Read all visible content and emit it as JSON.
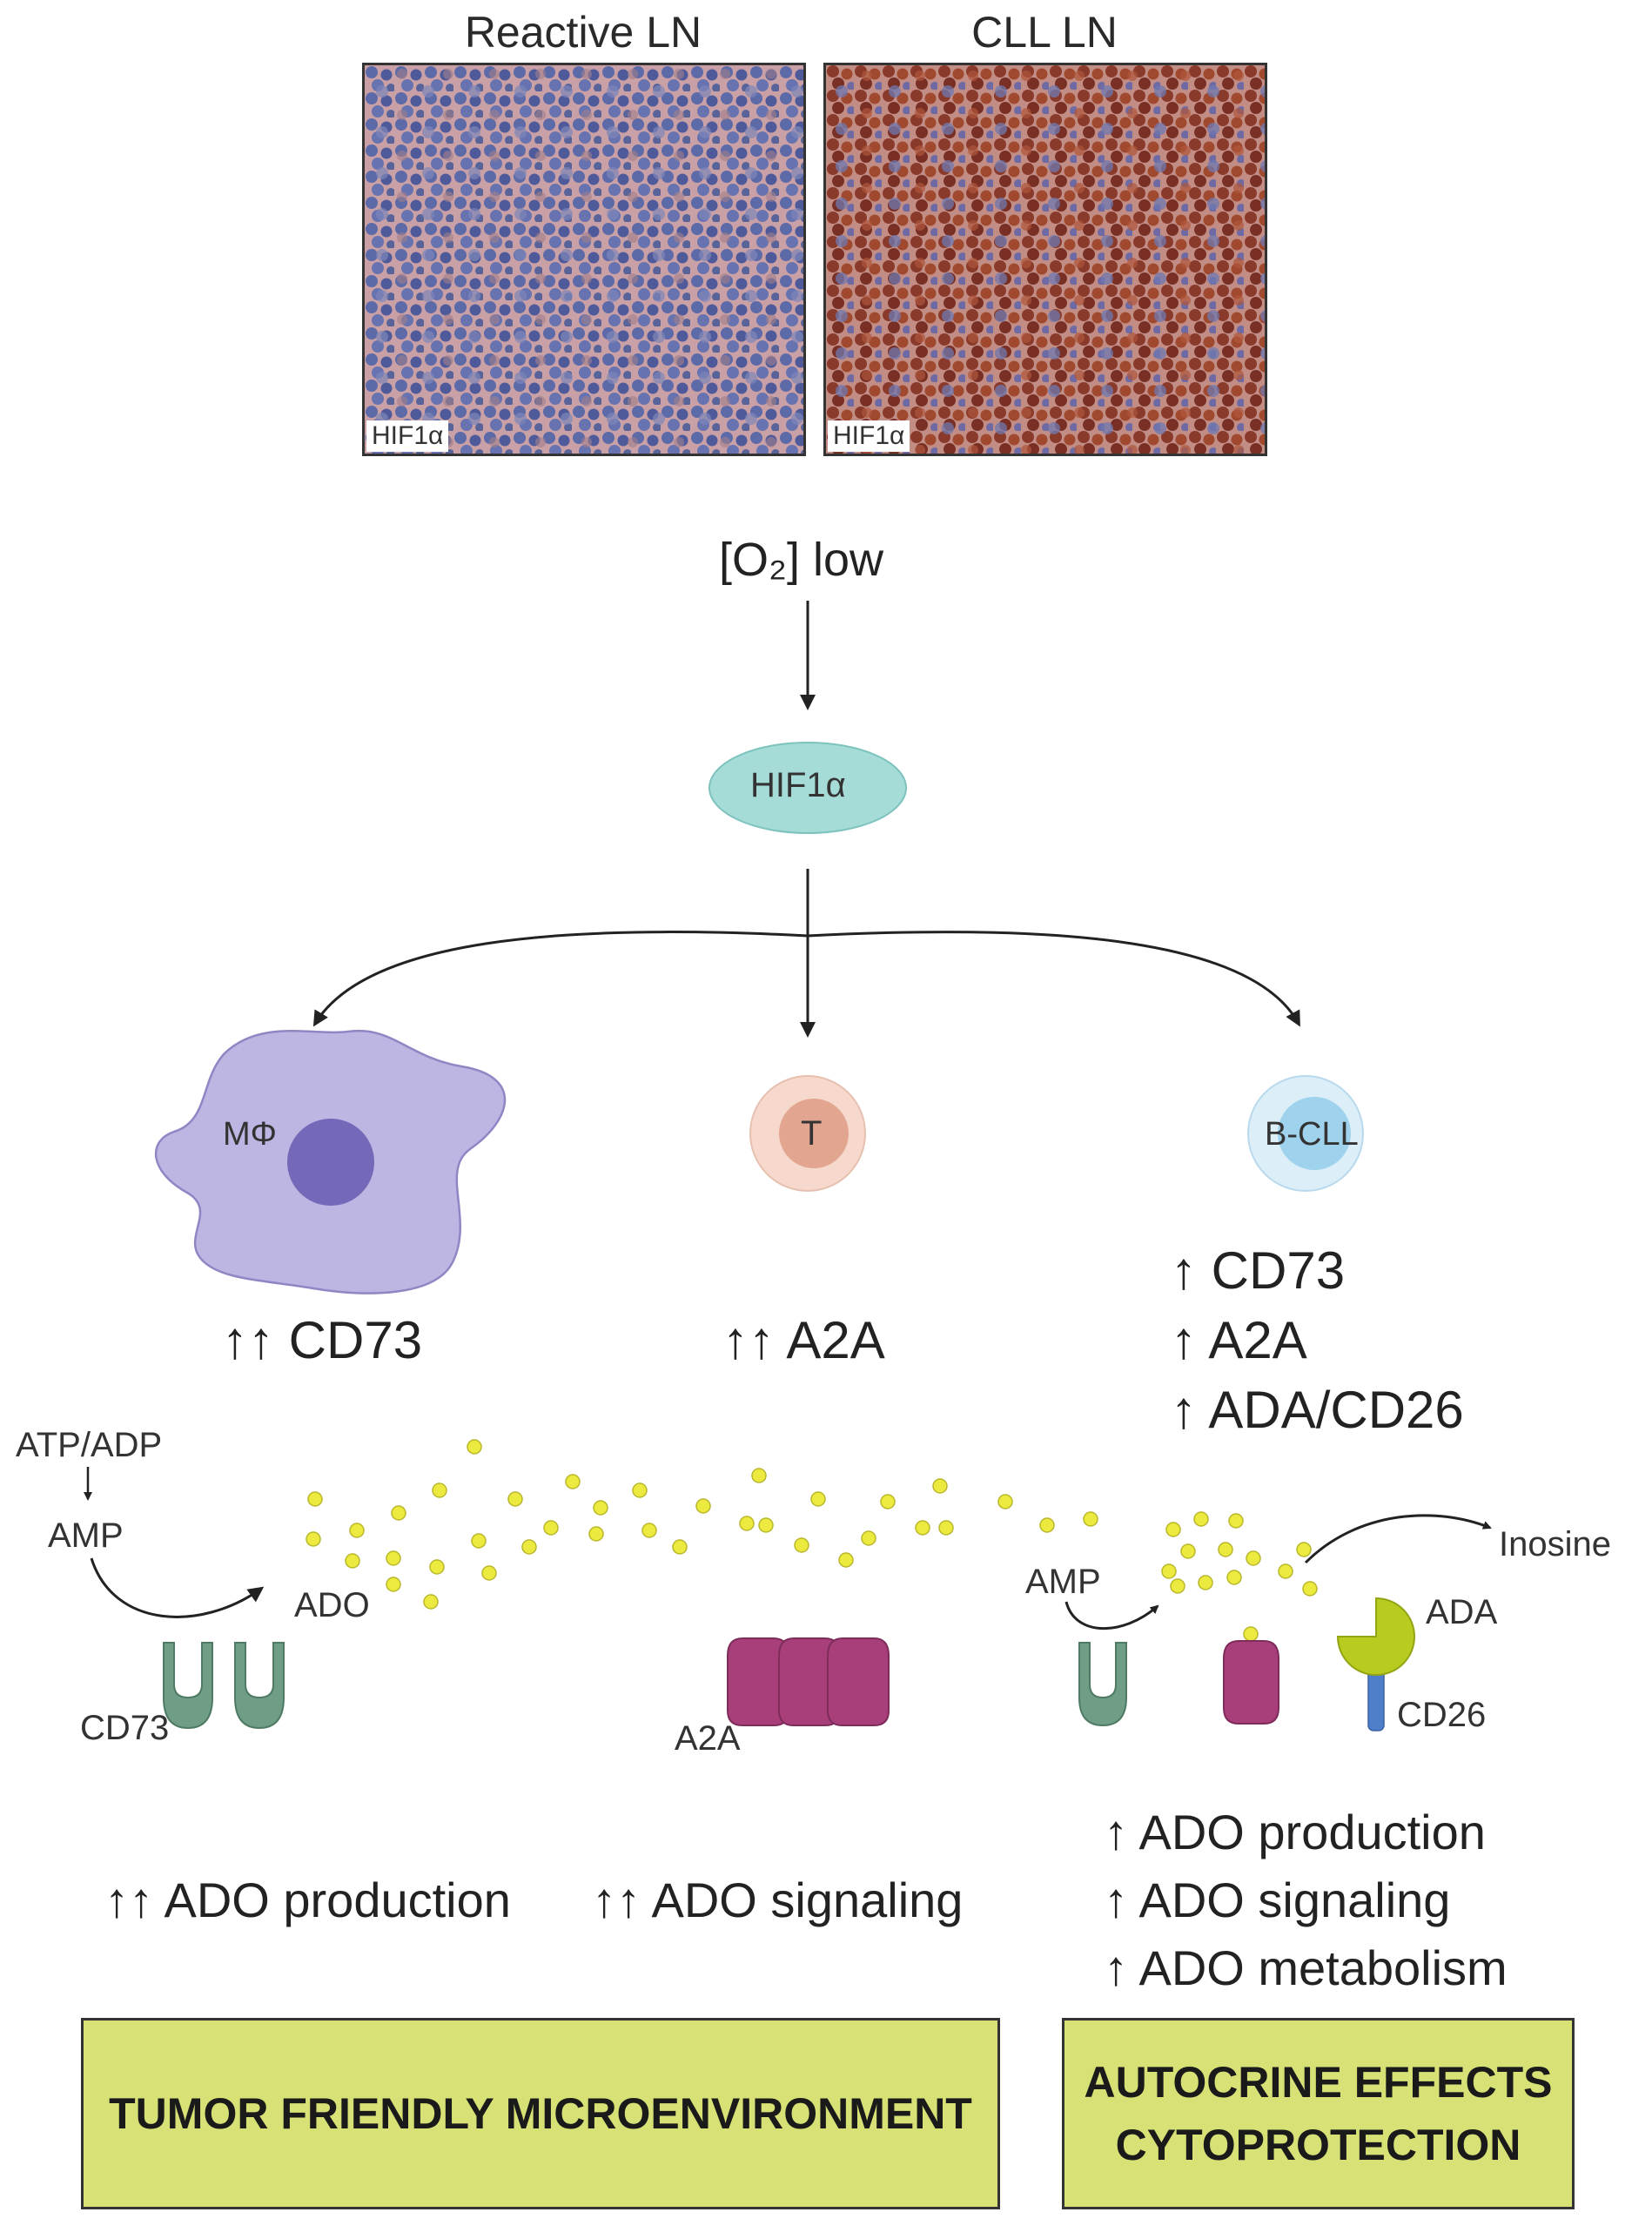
{
  "micrographs": {
    "left": {
      "header": "Reactive LN",
      "stain_label": "HIF1α"
    },
    "right": {
      "header": "CLL LN",
      "stain_label": "HIF1α"
    }
  },
  "pathway": {
    "oxygen_label": "[O₂] low",
    "hif_label": "HIF1α"
  },
  "cells": {
    "macrophage": {
      "label": "MΦ",
      "effect": "↑↑ CD73"
    },
    "tcell": {
      "label": "T",
      "effect": "↑↑ A2A"
    },
    "bcll": {
      "label": "B-CLL",
      "effects": [
        "↑ CD73",
        "↑ A2A",
        "↑ ADA/CD26"
      ]
    }
  },
  "molecules": {
    "atp_adp": "ATP/ADP",
    "amp_left": "AMP",
    "ado": "ADO",
    "cd73": "CD73",
    "a2a": "A2A",
    "amp_right": "AMP",
    "inosine": "Inosine",
    "ada": "ADA",
    "cd26": "CD26"
  },
  "outcomes": {
    "left": "↑↑ ADO production",
    "middle": "↑↑ ADO signaling",
    "right": [
      "↑ ADO production",
      "↑ ADO signaling",
      "↑ ADO metabolism"
    ]
  },
  "boxes": {
    "left": [
      "TUMOR FRIENDLY MICROENVIRONMENT"
    ],
    "right": [
      "AUTOCRINE EFFECTS",
      "CYTOPROTECTION"
    ]
  },
  "colors": {
    "hif_fill": "#a6dcd8",
    "macrophage_fill": "#bdb6e2",
    "macrophage_nucleus": "#7468b8",
    "tcell_fill": "#f6d9cc",
    "tcell_nucleus": "#e2a690",
    "bcll_fill": "#dceef8",
    "bcll_nucleus": "#9fd2ec",
    "cd73": "#6f9d86",
    "a2a": "#a83f7a",
    "ada": "#b7cc1f",
    "cd26": "#4f7fc9",
    "ado_dot": "#ecea3e",
    "box_fill": "#d7e175"
  }
}
